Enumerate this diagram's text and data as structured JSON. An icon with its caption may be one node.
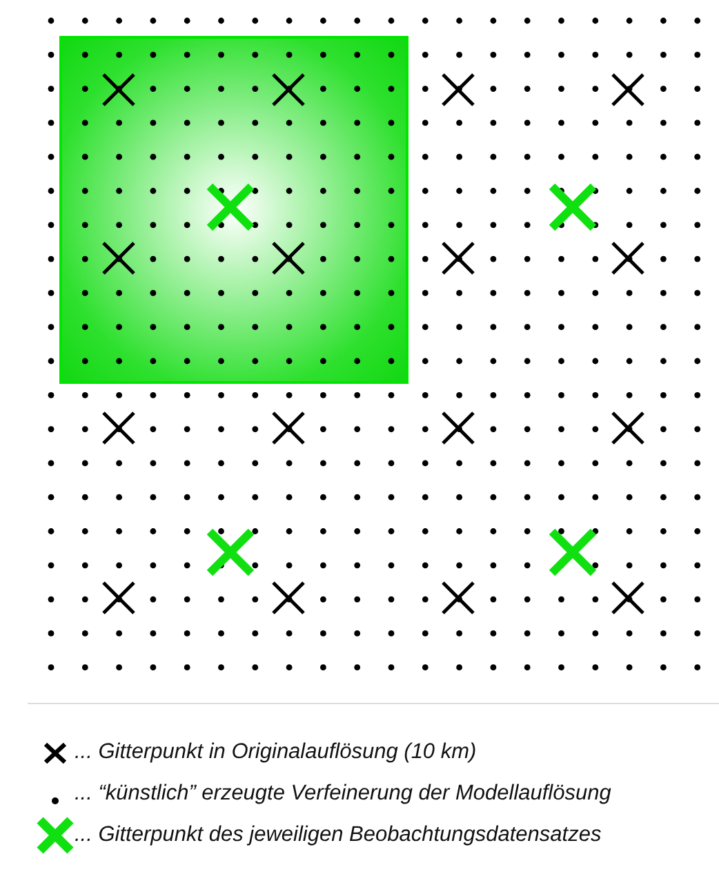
{
  "diagram": {
    "legend": [
      {
        "text": "... Gitterpunkt in Originalauflösung (10 km)"
      },
      {
        "text": "... “künstlich” erzeugte Verfeinerung der Modellauflösung"
      },
      {
        "text": "... Gitterpunkt des jeweiligen Beobachtungsdatensatzes"
      }
    ]
  }
}
